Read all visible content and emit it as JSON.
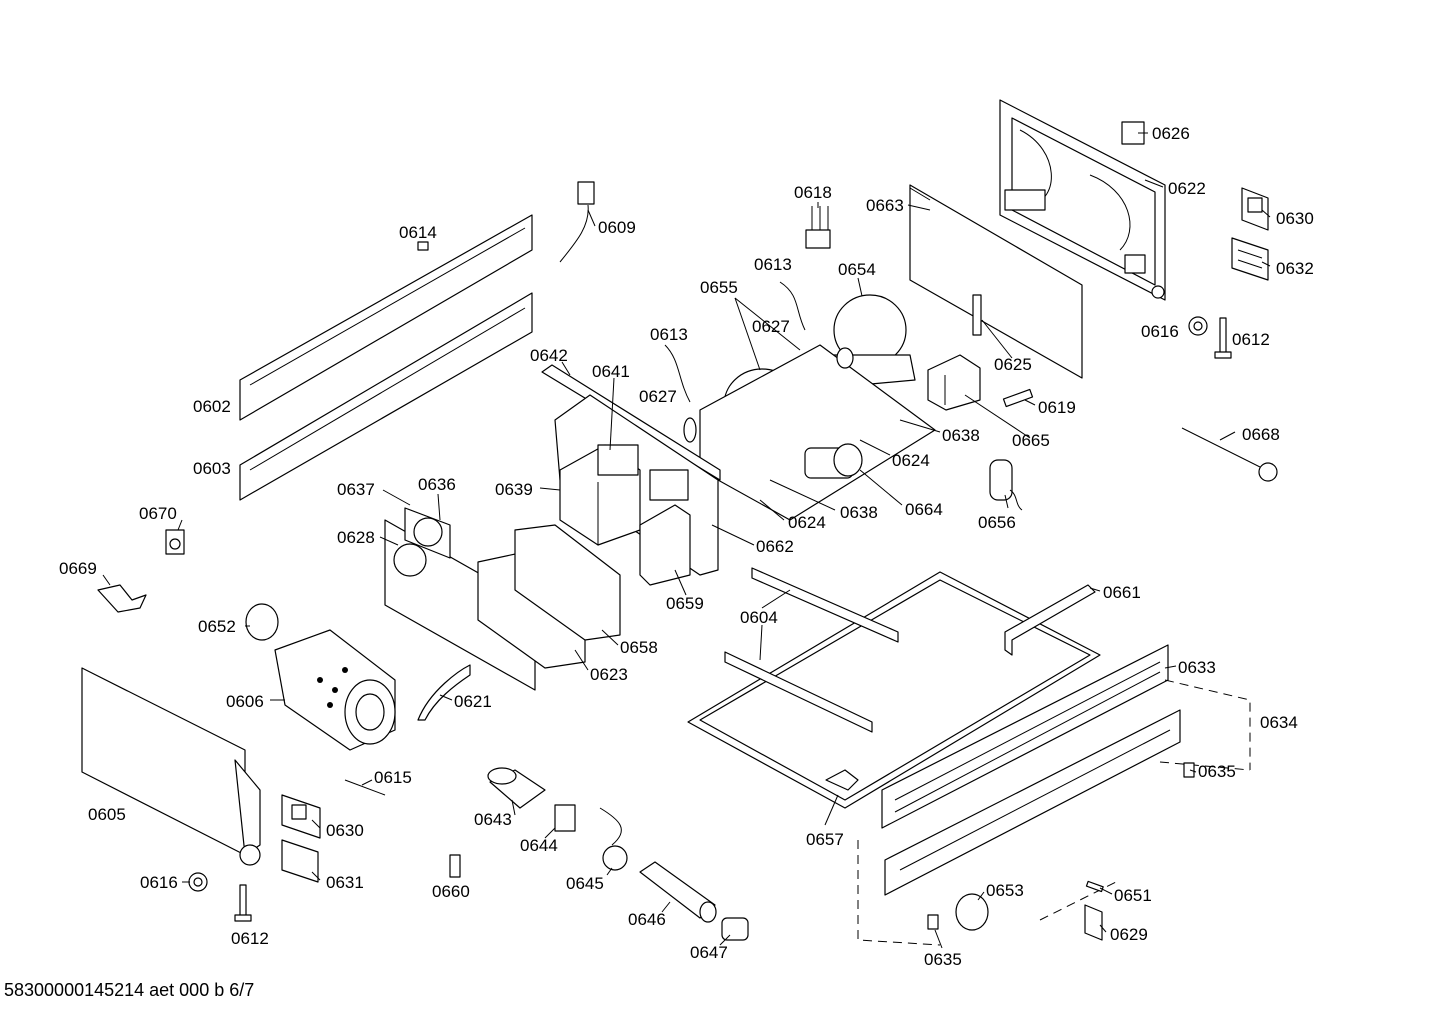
{
  "footer": "58300000145214 aet 000 b 6/7",
  "labels": {
    "l0626": "0626",
    "l0622": "0622",
    "l0630a": "0630",
    "l0632": "0632",
    "l0618": "0618",
    "l0663": "0663",
    "l0609": "0609",
    "l0614": "0614",
    "l0613a": "0613",
    "l0654": "0654",
    "l0655": "0655",
    "l0627a": "0627",
    "l0613b": "0613",
    "l0616a": "0616",
    "l0612a": "0612",
    "l0625": "0625",
    "l0642": "0642",
    "l0641": "0641",
    "l0627b": "0627",
    "l0619": "0619",
    "l0602": "0602",
    "l0638a": "0638",
    "l0665": "0665",
    "l0668": "0668",
    "l0624a": "0624",
    "l0603": "0603",
    "l0637": "0637",
    "l0636": "0636",
    "l0639": "0639",
    "l0638b": "0638",
    "l0664": "0664",
    "l0670": "0670",
    "l0624b": "0624",
    "l0656": "0656",
    "l0628": "0628",
    "l0662": "0662",
    "l0669": "0669",
    "l0659": "0659",
    "l0661": "0661",
    "l0604": "0604",
    "l0652": "0652",
    "l0658": "0658",
    "l0623": "0623",
    "l0633": "0633",
    "l0606": "0606",
    "l0621": "0621",
    "l0634": "0634",
    "l0615": "0615",
    "l0635a": "0635",
    "l0605": "0605",
    "l0643": "0643",
    "l0630b": "0630",
    "l0657": "0657",
    "l0644": "0644",
    "l0616b": "0616",
    "l0631": "0631",
    "l0645": "0645",
    "l0660": "0660",
    "l0653": "0653",
    "l0651": "0651",
    "l0646": "0646",
    "l0612b": "0612",
    "l0629": "0629",
    "l0647": "0647",
    "l0635b": "0635"
  }
}
